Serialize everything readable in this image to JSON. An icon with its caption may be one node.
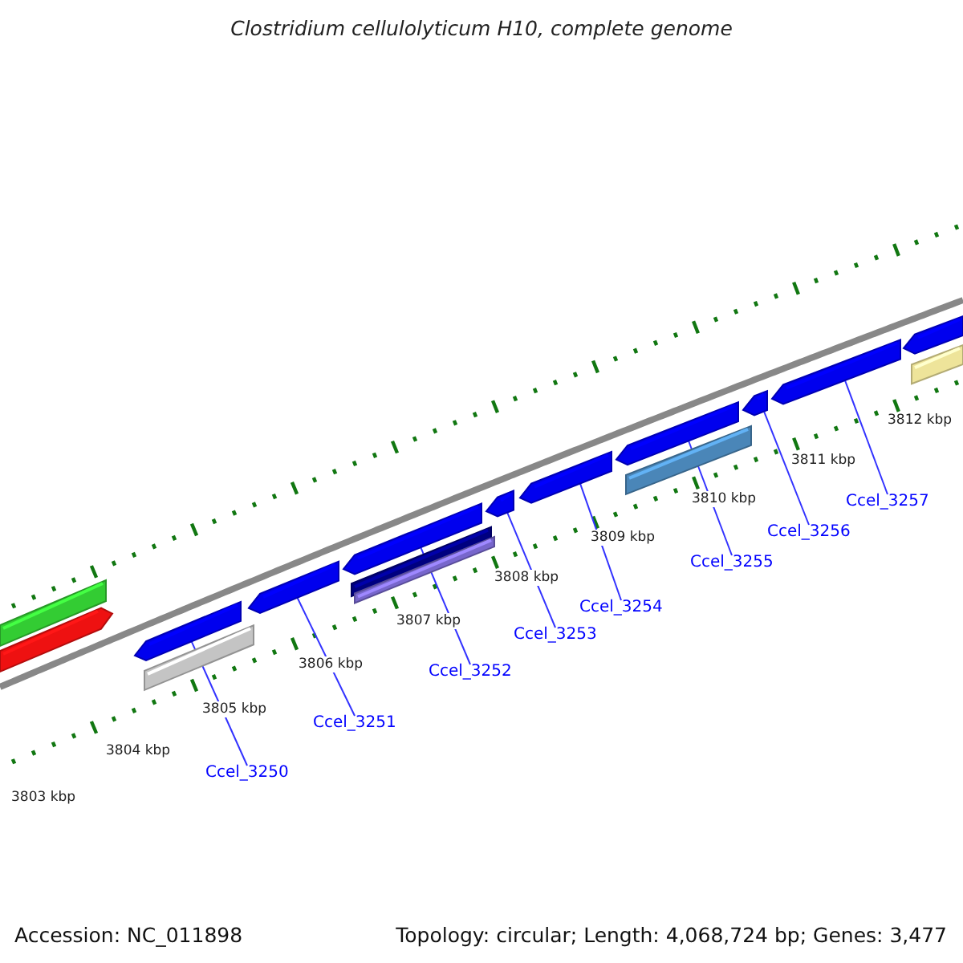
{
  "diagram": {
    "title": "Clostridium cellulolyticum H10, complete genome",
    "nodes": [
      {
        "text": [
          "Ccel_3250"
        ]
      },
      {
        "text": [
          "Ccel_3251"
        ]
      },
      {
        "text": [
          "Ccel_3252"
        ]
      },
      {
        "text": [
          "Ccel_3253"
        ]
      },
      {
        "text": [
          "Ccel_3254"
        ]
      },
      {
        "text": [
          "Ccel_3255"
        ]
      },
      {
        "text": [
          "Ccel_3256"
        ]
      },
      {
        "text": [
          "Ccel_3257"
        ]
      },
      {
        "text": [],
        "shape": "bar"
      },
      {
        "text": [],
        "shape": "bar"
      },
      {
        "text": [],
        "shape": "bar"
      },
      {
        "text": [],
        "shape": "bar"
      },
      {
        "text": [],
        "shape": "bar"
      },
      {
        "text": [],
        "shape": "bar"
      },
      {
        "text": [],
        "shape": "bar"
      },
      {
        "text": [],
        "shape": "bar"
      }
    ],
    "edges": [
      {
        "from": 0,
        "to": 8,
        "arrow": "none"
      },
      {
        "from": 1,
        "to": 9,
        "arrow": "none"
      },
      {
        "from": 2,
        "to": 10,
        "arrow": "none"
      },
      {
        "from": 3,
        "to": 11,
        "arrow": "none"
      },
      {
        "from": 4,
        "to": 12,
        "arrow": "none"
      },
      {
        "from": 5,
        "to": 13,
        "arrow": "none"
      },
      {
        "from": 6,
        "to": 14,
        "arrow": "none"
      },
      {
        "from": 7,
        "to": 15,
        "arrow": "none"
      }
    ],
    "labels": [
      "3812 kbp",
      "3811 kbp",
      "3810 kbp",
      "3809 kbp",
      "3808 kbp",
      "3807 kbp",
      "3806 kbp",
      "3805 kbp",
      "3804 kbp",
      "3803 kbp",
      "Accession: NC_011898",
      "Topology: circular; Length: 4,068,724 bp; Genes: 3,477"
    ]
  }
}
